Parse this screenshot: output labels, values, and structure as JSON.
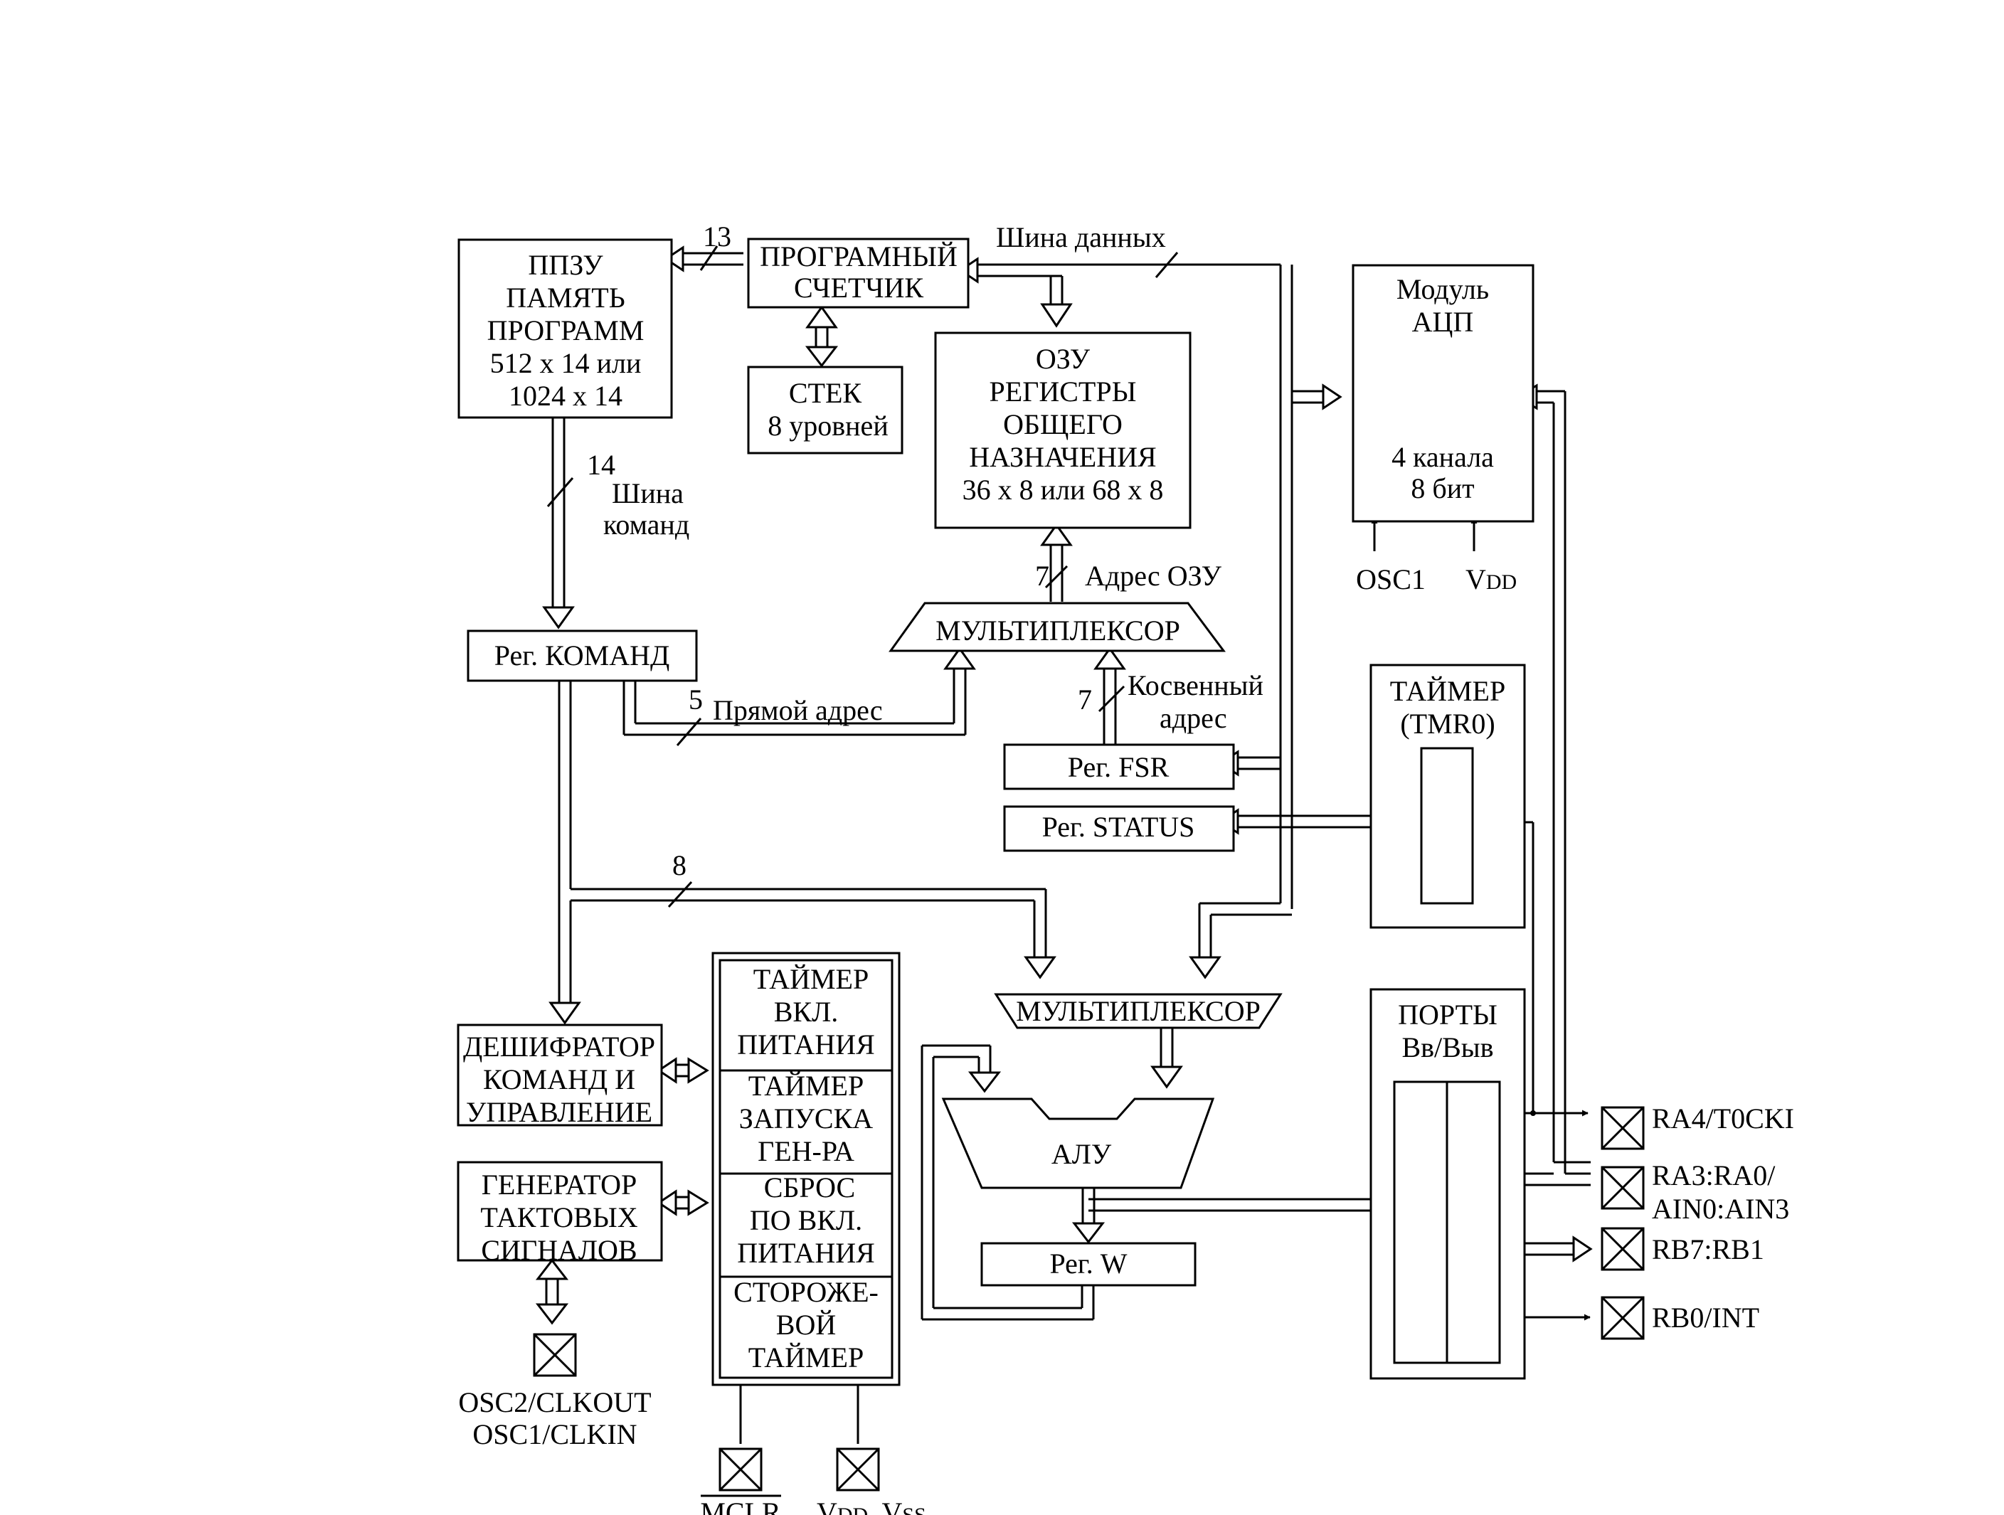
{
  "blocks": {
    "rom": {
      "lines": [
        "ППЗУ",
        "ПАМЯТЬ",
        "ПРОГРАММ",
        "512 х 14 или",
        "1024 х 14"
      ]
    },
    "pc": {
      "lines": [
        "ПРОГРАМНЫЙ",
        "СЧЕТЧИК"
      ]
    },
    "stack": {
      "lines": [
        "СТЕК",
        "8 уровней"
      ]
    },
    "ram": {
      "lines": [
        "ОЗУ",
        "РЕГИСТРЫ",
        "ОБЩЕГО",
        "НАЗНАЧЕНИЯ",
        "36 х 8 или 68 х 8"
      ]
    },
    "adc": {
      "lines": [
        "Модуль",
        "АЦП",
        "4 канала",
        "8 бит"
      ]
    },
    "ir": {
      "label": "Рег. КОМАНД"
    },
    "mux1": {
      "label": "МУЛЬТИПЛЕКСОР"
    },
    "fsr": {
      "label": "Рег. FSR"
    },
    "status": {
      "label": "Рег. STATUS"
    },
    "timer0": {
      "lines": [
        "ТАЙМЕР",
        "(TMR0)"
      ]
    },
    "mux2": {
      "label": "МУЛЬТИПЛЕКСОР"
    },
    "alu": {
      "label": "АЛУ"
    },
    "wreg": {
      "label": "Рег. W"
    },
    "decoder": {
      "lines": [
        "ДЕШИФРАТОР",
        "КОМАНД И",
        "УПРАВЛЕНИЕ"
      ]
    },
    "clockgen": {
      "lines": [
        "ГЕНЕРАТОР",
        "ТАКТОВЫХ",
        "СИГНАЛОВ"
      ]
    },
    "ports": {
      "lines": [
        "ПОРТЫ",
        "Вв/Выв"
      ]
    },
    "timers": [
      {
        "lines": [
          "ТАЙМЕР",
          "ВКЛ.",
          "ПИТАНИЯ"
        ]
      },
      {
        "lines": [
          "ТАЙМЕР",
          "ЗАПУСКА",
          "ГЕН-РА"
        ]
      },
      {
        "lines": [
          "СБРОС",
          "ПО ВКЛ.",
          "ПИТАНИЯ"
        ]
      },
      {
        "lines": [
          "СТОРОЖЕ-",
          "ВОЙ",
          "ТАЙМЕР"
        ]
      }
    ]
  },
  "bus_labels": {
    "data_bus": "Шина данных",
    "pc_width": "13",
    "instr_width": "14",
    "instr_bus": [
      "Шина",
      "команд"
    ],
    "ram_addr_width": "7",
    "ram_addr": "Адрес ОЗУ",
    "direct_width": "5",
    "direct_addr": "Прямой адрес",
    "indirect_width": "7",
    "indirect_addr": [
      "Косвенный",
      "адрес"
    ],
    "literal_width": "8"
  },
  "pins": {
    "osc1_adc": "OSC1",
    "vdd_adc_main": "V",
    "vdd_adc_sub": "DD",
    "ra4": "RA4/T0CKI",
    "ra3": [
      "RA3:RA0/",
      "AIN0:AIN3"
    ],
    "rb7": "RB7:RB1",
    "rb0": "RB0/INT",
    "osc_clk": [
      "OSC2/CLKOUT",
      "OSC1/CLKIN"
    ],
    "mclr": "MCLR",
    "vdd_vss": {
      "v1": "V",
      "dd": "DD",
      "sep": ", V",
      "ss": "SS"
    }
  }
}
